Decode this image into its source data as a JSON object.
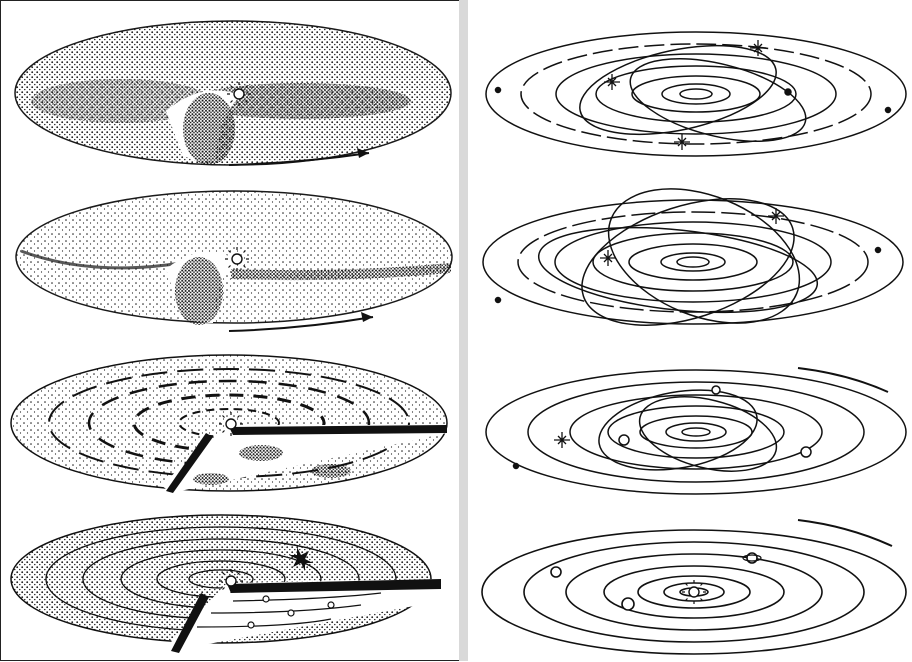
{
  "figure": {
    "left_column": {
      "stages": [
        "torus-stage-1",
        "torus-stage-2",
        "disk-clumped-stage",
        "disk-ringed-stage"
      ]
    },
    "right_column": {
      "stages": [
        "chaotic-orbits-stage",
        "crossing-orbits-stage",
        "settling-orbits-stage",
        "final-solar-system-stage"
      ]
    },
    "colors": {
      "ink": "#1a1a1a",
      "paper": "#ffffff",
      "divider": "#d9d9d9"
    }
  }
}
